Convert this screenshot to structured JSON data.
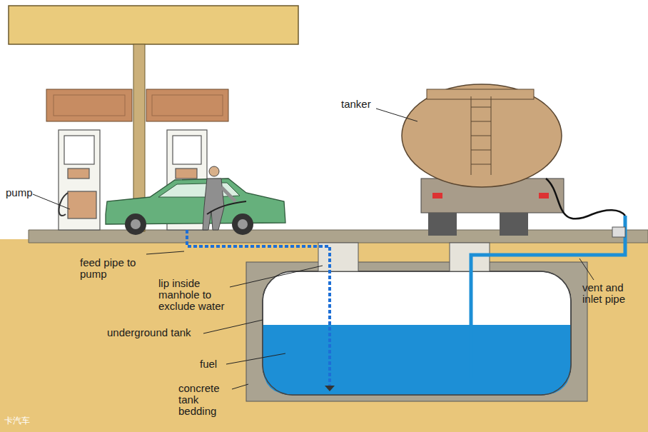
{
  "diagram": {
    "labels": [
      "tanker",
      "pump",
      "feed pipe to pump",
      "lip inside manhole to exclude water",
      "underground tank",
      "fuel",
      "concrete tank bedding",
      "vent and inlet pipe",
      "卡汽车"
    ]
  }
}
